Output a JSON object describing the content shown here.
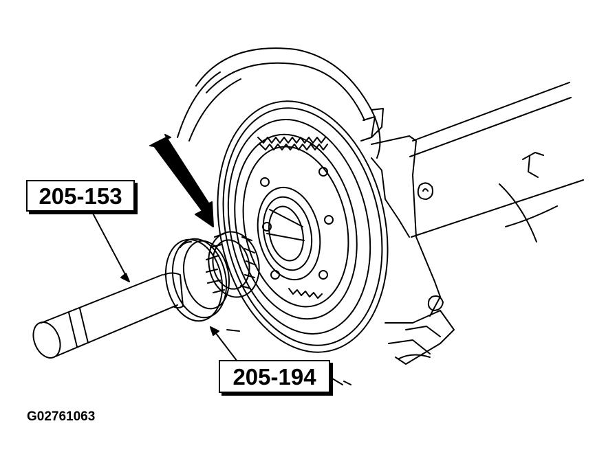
{
  "callouts": [
    {
      "label": "205-153"
    },
    {
      "label": "205-194"
    }
  ],
  "figure_id": "G02761063",
  "colors": {
    "ink": "#000000",
    "paper": "#ffffff"
  }
}
